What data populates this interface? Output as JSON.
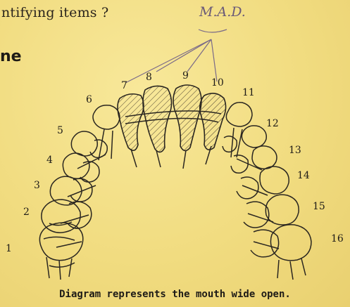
{
  "header": {
    "question_fragment": "ntifying items ?",
    "handwritten_note": "M.A.D."
  },
  "section": {
    "heading_fragment": "ne"
  },
  "diagram": {
    "tooth_numbers": [
      "1",
      "2",
      "3",
      "4",
      "5",
      "6",
      "7",
      "8",
      "9",
      "10",
      "11",
      "12",
      "13",
      "14",
      "15",
      "16"
    ],
    "caption": "Diagram represents the mouth wide open."
  }
}
